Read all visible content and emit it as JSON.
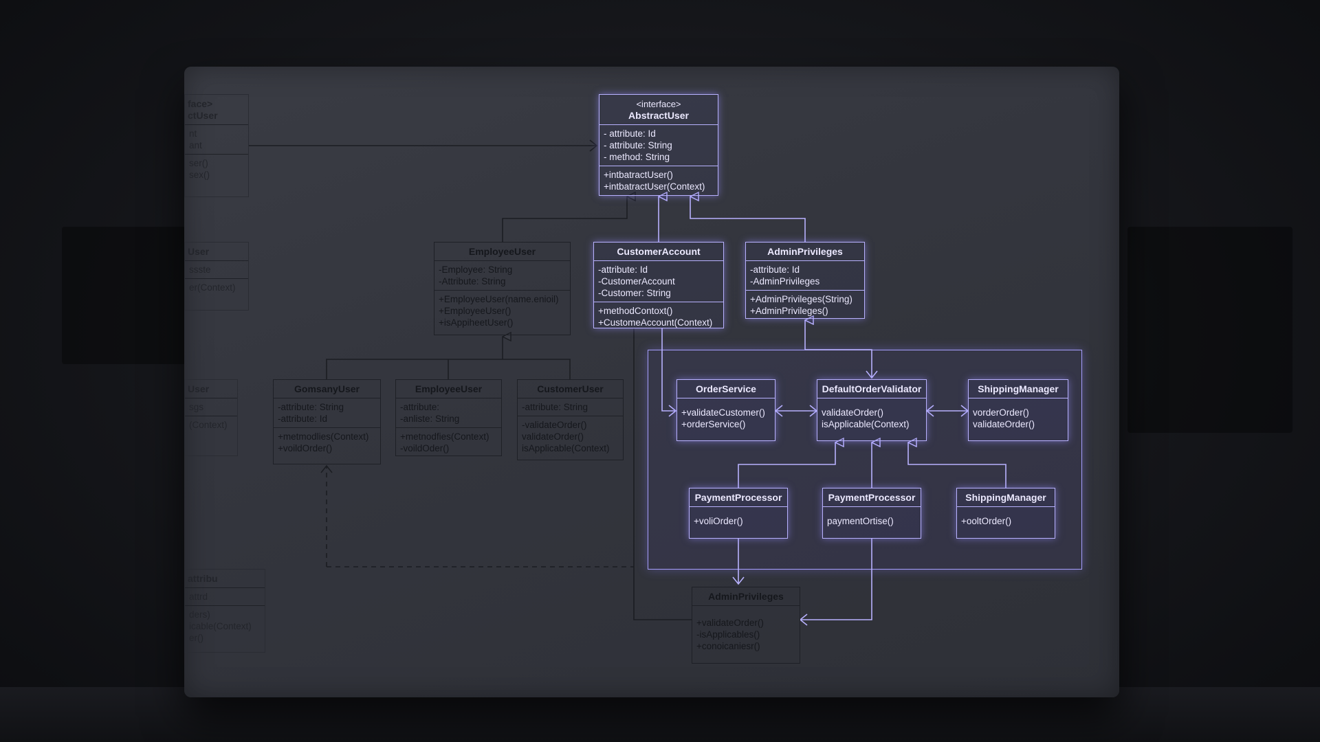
{
  "colors": {
    "glow": "#b9b2ff",
    "dark_line": "#1b1d22",
    "slate": "#34363e"
  },
  "classes": {
    "abstract_user": {
      "stereotype": "<interface>",
      "name": "AbstractUser",
      "attributes": [
        "- attribute: Id",
        "- attribute: String",
        "- method: String"
      ],
      "methods": [
        "+intbatractUser()",
        "+intbatractUser(Context)"
      ]
    },
    "employee_user": {
      "name": "EmployeeUser",
      "attributes": [
        "-Employee: String",
        "-Attribute: String"
      ],
      "methods": [
        "+EmployeeUser(name.enioil)",
        "+EmployeeUser()",
        "+isAppiheetUser()"
      ]
    },
    "customer_account": {
      "name": "CustomerAccount",
      "attributes": [
        "-attribute: Id",
        "-CustomerAccount",
        "-Customer: String"
      ],
      "methods": [
        "+methodContoxt()",
        "+CustomeAccount(Context)"
      ]
    },
    "admin_privileges": {
      "name": "AdminPrivileges",
      "attributes": [
        "-attribute: Id",
        "-AdminPrivileges"
      ],
      "methods": [
        "+AdminPrivileges(String)",
        "+AdminPrivileges()"
      ]
    },
    "gomsany_user": {
      "name": "GomsanyUser",
      "attributes": [
        "-attribute: String",
        "-attribute: Id"
      ],
      "methods": [
        "+metmodlies(Context)",
        "+voildOrder()"
      ]
    },
    "employee_user_2": {
      "name": "EmployeeUser",
      "attributes": [
        "-attribute:",
        "-anliste: String"
      ],
      "methods": [
        "+metnodfies(Context)",
        "-voildOder()"
      ]
    },
    "customer_user": {
      "name": "CustomerUser",
      "attributes": [
        "-attribute: String"
      ],
      "methods": [
        "-validateOrder()",
        "validateOrder()",
        "isApplicable(Context)"
      ]
    },
    "order_service": {
      "name": "OrderService",
      "methods": [
        "+validateCustomer()",
        "+orderService()"
      ]
    },
    "default_order_validator": {
      "name": "DefaultOrderValidator",
      "methods": [
        "validateOrder()",
        "isApplicable(Context)"
      ]
    },
    "shipping_manager": {
      "name": "ShippingManager",
      "methods": [
        "vorderOrder()",
        "validateOrder()"
      ]
    },
    "payment_processor_1": {
      "name": "PaymentProcessor",
      "methods": [
        "+voliOrder()"
      ]
    },
    "payment_processor_2": {
      "name": "PaymentProcessor",
      "methods": [
        "paymentOrtise()"
      ]
    },
    "shipping_manager_2": {
      "name": "ShippingManager",
      "methods": [
        "+ooltOrder()"
      ]
    },
    "admin_privileges_2": {
      "name": "AdminPrivileges",
      "methods": [
        "+validateOrder()",
        "-isApplicables()",
        "+conoicaniesr()"
      ]
    }
  },
  "ghost_fragments": {
    "box1": {
      "head": [
        "face>",
        "ctUser"
      ],
      "attributes": [
        "nt",
        "ant"
      ],
      "methods": [
        "ser()",
        "sex()"
      ]
    },
    "box2": {
      "head": [
        "User"
      ],
      "attributes": [
        "ssste"
      ],
      "methods": [
        "er(Context)"
      ]
    },
    "box3": {
      "head": [
        "User"
      ],
      "attributes": [
        "sgs"
      ],
      "methods": [
        "(Context)"
      ]
    },
    "box4": {
      "head": [
        "attribu"
      ],
      "attributes": [
        "attrd"
      ],
      "methods": [
        "ders)",
        "icable(Context)",
        "er()"
      ]
    }
  }
}
